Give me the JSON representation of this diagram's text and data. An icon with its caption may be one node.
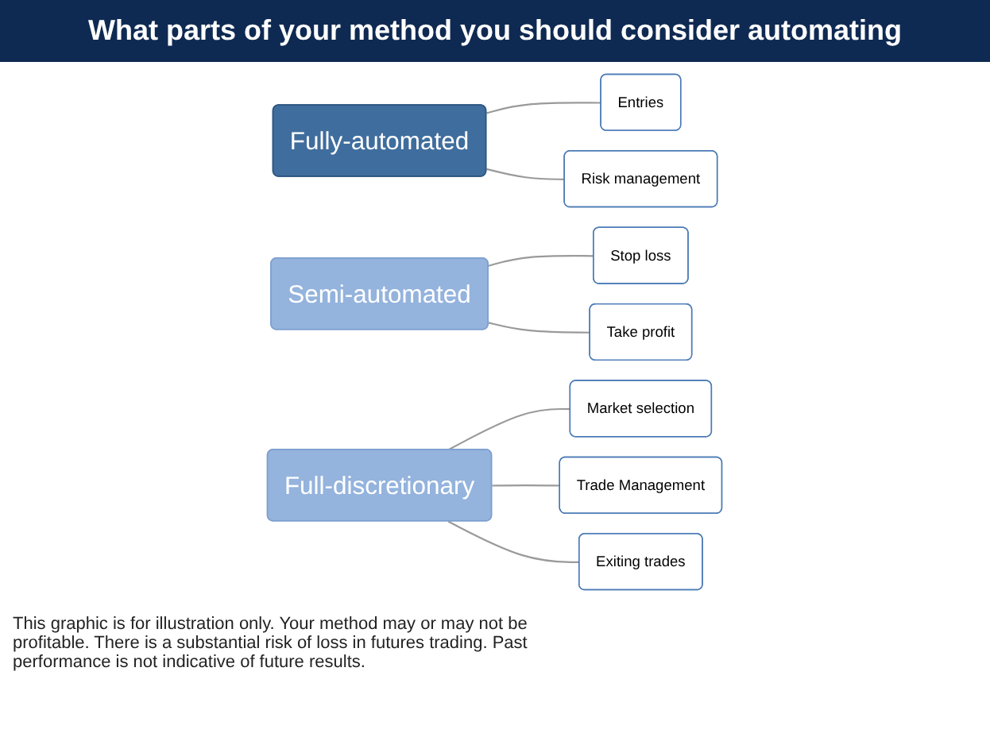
{
  "diagram": {
    "title": "What parts of your method you should consider automating",
    "nodes": [
      {
        "text": [
          "Fully-automated"
        ]
      },
      {
        "text": [
          "Entries"
        ]
      },
      {
        "text": [
          "Risk management"
        ]
      },
      {
        "text": [
          "Semi-automated"
        ]
      },
      {
        "text": [
          "Stop loss"
        ]
      },
      {
        "text": [
          "Take profit"
        ]
      },
      {
        "text": [
          "Full-discretionary"
        ]
      },
      {
        "text": [
          "Market selection"
        ]
      },
      {
        "text": [
          "Trade Management"
        ]
      },
      {
        "text": [
          "Exiting trades"
        ]
      }
    ],
    "edges": [
      {
        "from": 0,
        "to": 1,
        "arrow": "none"
      },
      {
        "from": 0,
        "to": 2,
        "arrow": "none"
      },
      {
        "from": 3,
        "to": 4,
        "arrow": "none"
      },
      {
        "from": 3,
        "to": 5,
        "arrow": "none"
      },
      {
        "from": 6,
        "to": 7,
        "arrow": "none"
      },
      {
        "from": 6,
        "to": 8,
        "arrow": "none"
      },
      {
        "from": 6,
        "to": 9,
        "arrow": "none"
      }
    ],
    "caption": "This graphic is for illustration only. Your method may or may not be profitable. There is a substantial risk of loss in futures trading. Past performance is not indicative of future results."
  }
}
